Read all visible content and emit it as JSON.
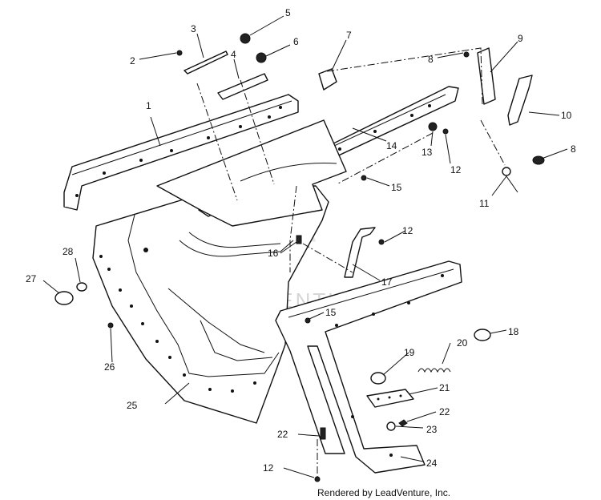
{
  "diagram": {
    "callouts": [
      "1",
      "2",
      "3",
      "4",
      "5",
      "6",
      "7",
      "8",
      "9",
      "10",
      "8",
      "11",
      "12",
      "13",
      "14",
      "15",
      "12",
      "16",
      "17",
      "18",
      "19",
      "20",
      "21",
      "22",
      "22",
      "23",
      "24",
      "25",
      "26",
      "27",
      "28",
      "15",
      "12"
    ],
    "watermark": "LEADVENTURE",
    "credit": "Rendered by LeadVenture, Inc."
  }
}
